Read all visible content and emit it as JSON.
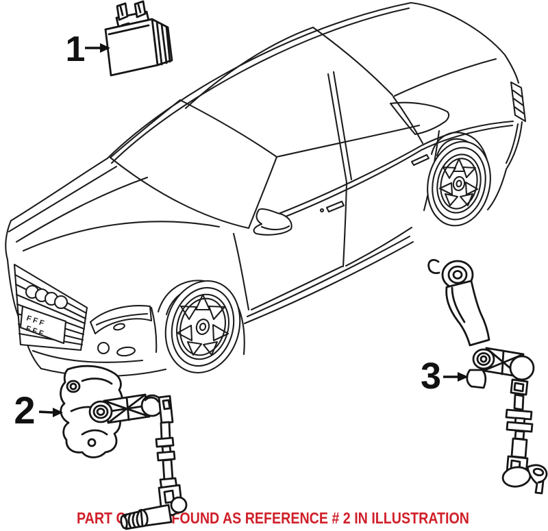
{
  "callouts": [
    {
      "number": "1"
    },
    {
      "number": "2"
    },
    {
      "number": "3"
    }
  ],
  "caption": {
    "text": "PART CAN BE FOUND AS REFERENCE # 2 IN ILLUSTRATION"
  },
  "license_plate": {
    "row1": "F F F",
    "row2": "F F F"
  },
  "colors": {
    "line": "#1c1c1c",
    "caption": "#d0202a",
    "background": "#ffffff"
  }
}
